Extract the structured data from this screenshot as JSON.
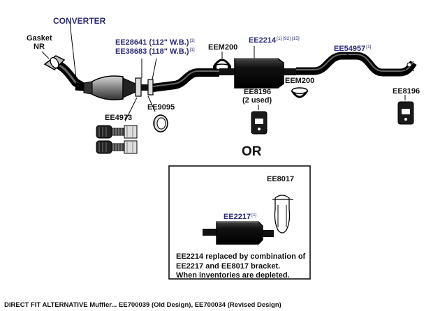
{
  "labels": {
    "converter": "CONVERTER",
    "gasket_line1": "Gasket",
    "gasket_line2": "NR",
    "ee28641": "EE28641 (112\" W.B.)",
    "ee28641_sup": "[1]",
    "ee38683": "EE38683 (118\" W.B.)",
    "ee38683_sup": "[1]",
    "eem200_top": "EEM200",
    "ee2214": "EE2214",
    "ee2214_sup": "[1] [92] [15]",
    "ee54957": "EE54957",
    "ee54957_sup": "[1]",
    "eem200_bottom": "EEM200",
    "ee8196_mid_line1": "EE8196",
    "ee8196_mid_line2": "(2 used)",
    "ee8196_right": "EE8196",
    "ee4973": "EE4973",
    "ee9095": "EE9095",
    "or": "OR",
    "ee8017": "EE8017",
    "ee2217": "EE2217",
    "ee2217_sup": "[1]"
  },
  "note": {
    "line1": "EE2214 replaced by combination of",
    "line2": "EE2217 and EE8017 bracket.",
    "line3": "When inventories are depleted."
  },
  "caption": "DIRECT FIT ALTERNATIVE Muffler... EE700039 (Old Design), EE700034 (Revised Design)"
}
